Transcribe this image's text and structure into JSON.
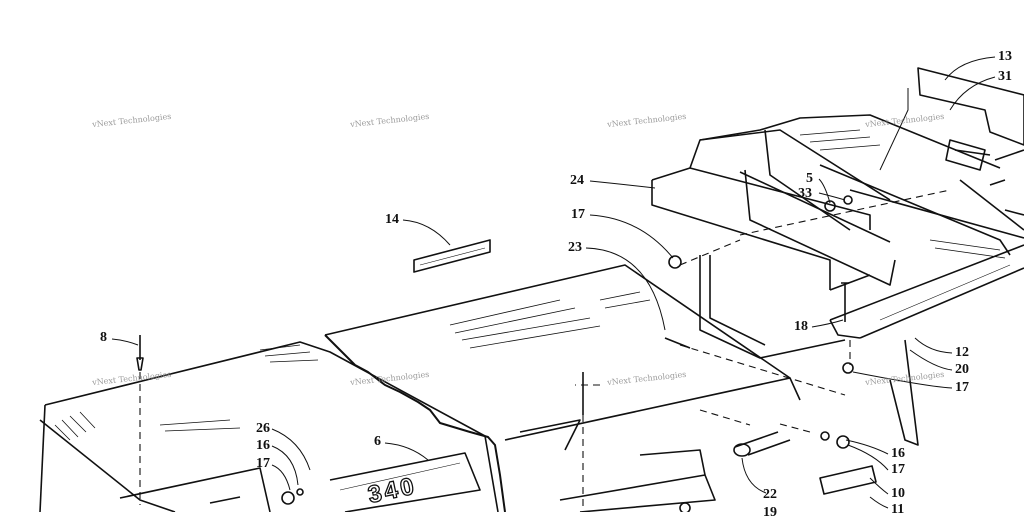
{
  "watermark": "vNext Technologies",
  "decal_text": "340",
  "callouts": {
    "c13": "13",
    "c31": "31",
    "c24": "24",
    "c5": "5",
    "c33": "33",
    "c17a": "17",
    "c14": "14",
    "c23": "23",
    "c18": "18",
    "c12": "12",
    "c20": "20",
    "c17b": "17",
    "c8": "8",
    "c26": "26",
    "c16a": "16",
    "c17c": "17",
    "c6": "6",
    "c16b": "16",
    "c17d": "17",
    "c22": "22",
    "c10": "10",
    "c11": "11",
    "c19": "19"
  }
}
